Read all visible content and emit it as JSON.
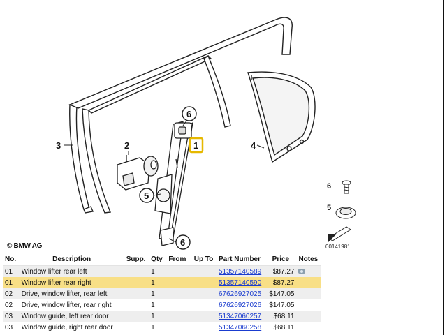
{
  "diagram": {
    "callouts": [
      {
        "key": "3",
        "text": "3"
      },
      {
        "key": "2",
        "text": "2"
      },
      {
        "key": "1",
        "text": "1"
      },
      {
        "key": "4",
        "text": "4"
      },
      {
        "key": "6a",
        "text": "6"
      },
      {
        "key": "5",
        "text": "5"
      },
      {
        "key": "6b",
        "text": "6"
      }
    ],
    "highlighted_callout": "1",
    "highlight_color": "#e6b800",
    "copyright": "© BMW AG",
    "diagram_number": "00141981",
    "legend": [
      {
        "number": "6",
        "icon": "screw-icon"
      },
      {
        "number": "5",
        "icon": "grommet-icon"
      },
      {
        "number": "",
        "icon": "arrow-fastener-icon"
      }
    ]
  },
  "table": {
    "headers": [
      "No.",
      "Description",
      "Supp.",
      "Qty",
      "From",
      "Up To",
      "Part Number",
      "Price",
      "Notes"
    ],
    "rows": [
      {
        "no": "01",
        "description": "Window lifter rear left",
        "supp": "",
        "qty": "1",
        "from": "",
        "upto": "",
        "part_number": "51357140589",
        "price": "$87.27",
        "notes_icon": "camera-icon"
      },
      {
        "no": "01",
        "description": "Window lifter rear right",
        "supp": "",
        "qty": "1",
        "from": "",
        "upto": "",
        "part_number": "51357140590",
        "price": "$87.27",
        "notes_icon": ""
      },
      {
        "no": "02",
        "description": "Drive, window lifter, rear left",
        "supp": "",
        "qty": "1",
        "from": "",
        "upto": "",
        "part_number": "67626927025",
        "price": "$147.05",
        "notes_icon": ""
      },
      {
        "no": "02",
        "description": "Drive, window lifter, rear right",
        "supp": "",
        "qty": "1",
        "from": "",
        "upto": "",
        "part_number": "67626927026",
        "price": "$147.05",
        "notes_icon": ""
      },
      {
        "no": "03",
        "description": "Window guide, left rear door",
        "supp": "",
        "qty": "1",
        "from": "",
        "upto": "",
        "part_number": "51347060257",
        "price": "$68.11",
        "notes_icon": ""
      },
      {
        "no": "03",
        "description": "Window guide, right rear door",
        "supp": "",
        "qty": "1",
        "from": "",
        "upto": "",
        "part_number": "51347060258",
        "price": "$68.11",
        "notes_icon": ""
      }
    ],
    "highlighted_row": 1,
    "highlight_color": "#f8df86",
    "link_color": "#1a3ccf"
  }
}
